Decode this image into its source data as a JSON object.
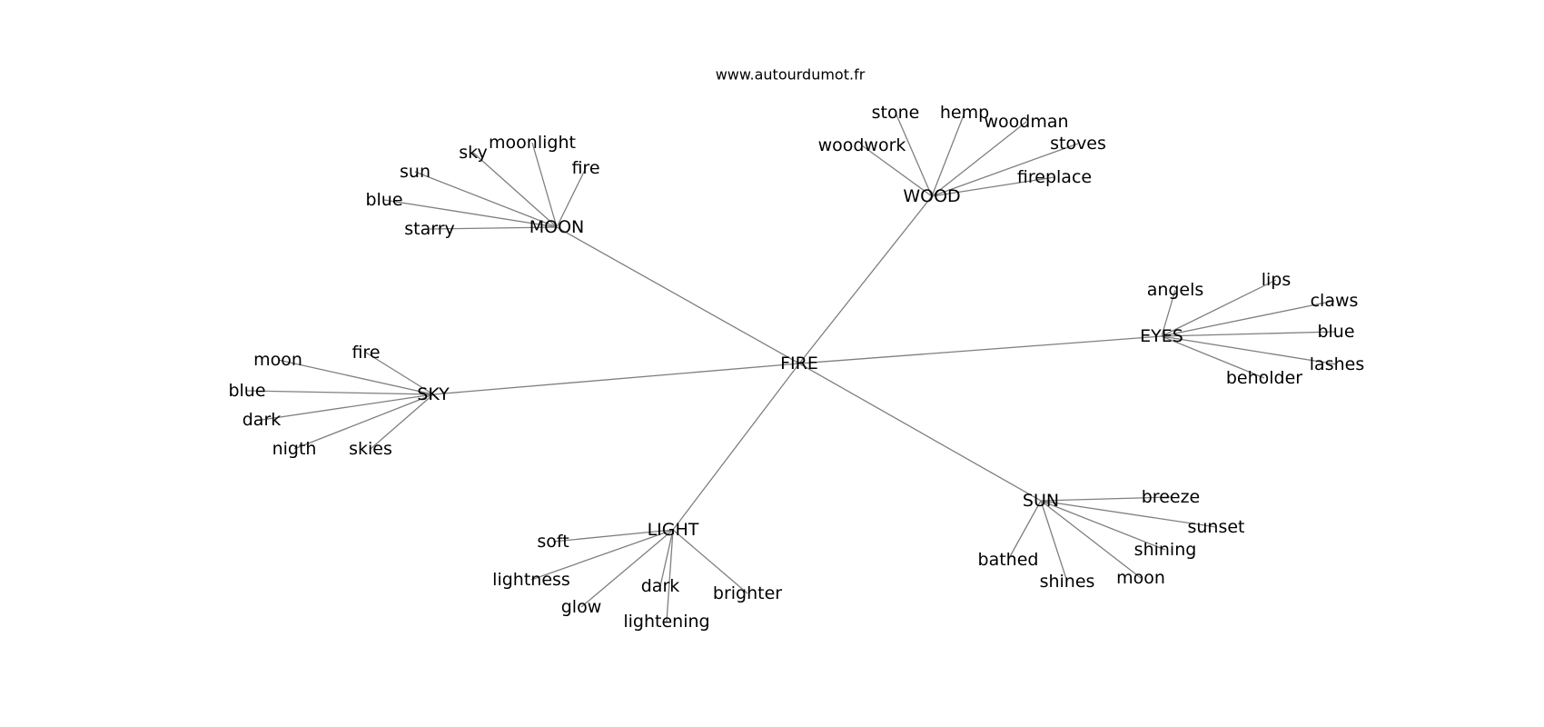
{
  "source": "www.autourdumot.fr",
  "root": "FIRE",
  "branches": [
    {
      "word": "MOON",
      "children": [
        "starry",
        "blue",
        "sun",
        "sky",
        "moonlight",
        "fire"
      ]
    },
    {
      "word": "WOOD",
      "children": [
        "woodwork",
        "stone",
        "hemp",
        "woodman",
        "stoves",
        "fireplace"
      ]
    },
    {
      "word": "EYES",
      "children": [
        "angels",
        "lips",
        "claws",
        "blue",
        "lashes",
        "beholder"
      ]
    },
    {
      "word": "SUN",
      "children": [
        "breeze",
        "sunset",
        "shining",
        "moon",
        "shines",
        "bathed"
      ]
    },
    {
      "word": "LIGHT",
      "children": [
        "soft",
        "lightness",
        "glow",
        "lightening",
        "dark",
        "brighter"
      ]
    },
    {
      "word": "SKY",
      "children": [
        "fire",
        "moon",
        "blue",
        "dark",
        "nigth",
        "skies"
      ]
    }
  ],
  "colors": {
    "edge": "#7f7f7f",
    "text": "#000000",
    "background": "#ffffff"
  }
}
